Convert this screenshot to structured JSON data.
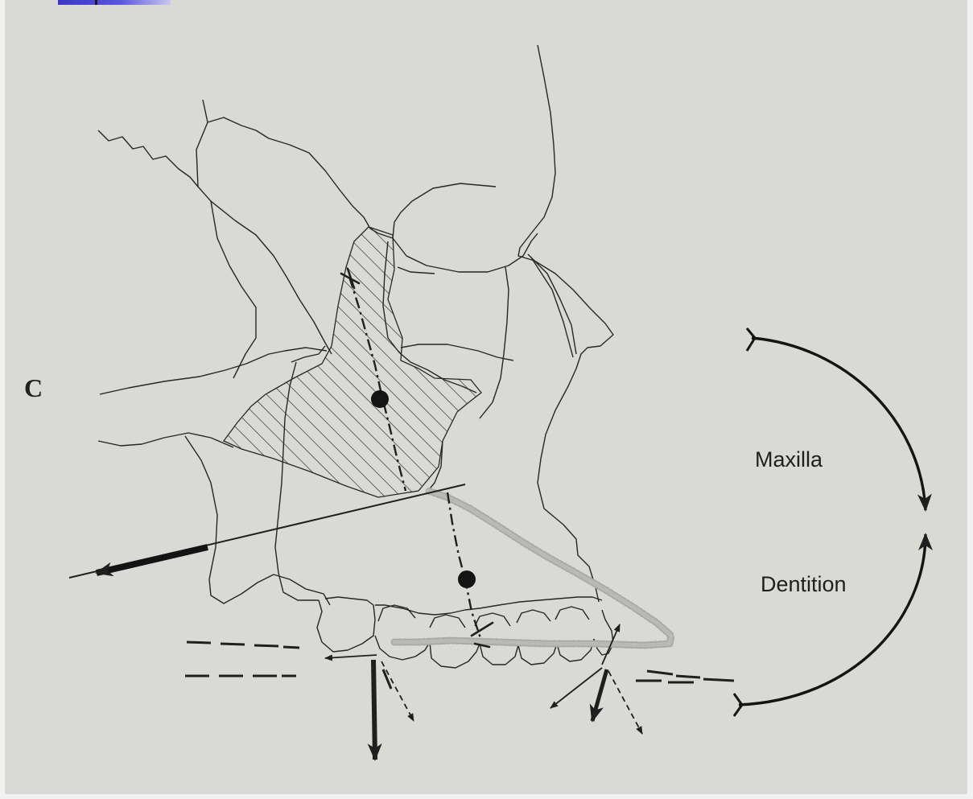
{
  "panel": {
    "label": "C"
  },
  "cycle": {
    "upper_label": "Maxilla",
    "lower_label": "Dentition"
  },
  "colors": {
    "background": "#d9d9d6",
    "ink": "#1f1f1f",
    "occlusal_band": "#b3b3b1",
    "corner_tab": "#4a46d8"
  }
}
